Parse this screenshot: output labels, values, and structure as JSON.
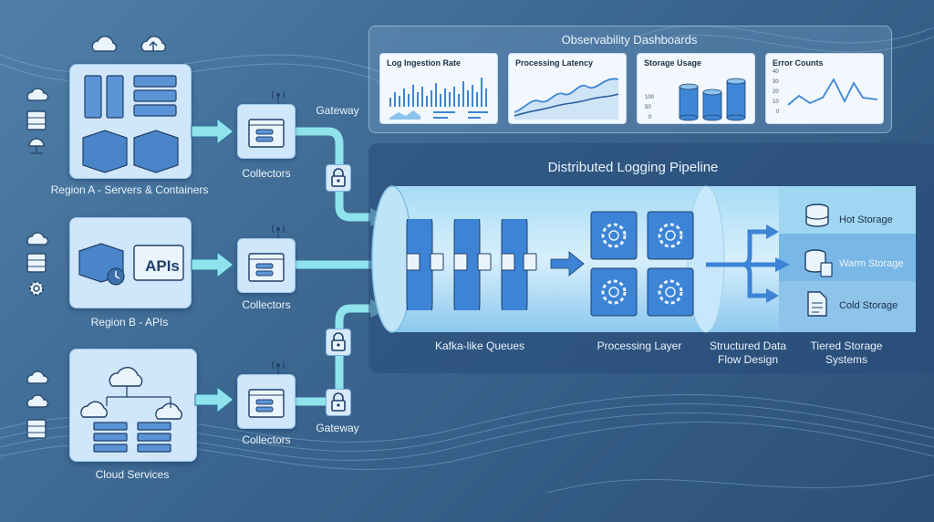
{
  "regions": {
    "a_label": "Region A - Servers & Containers",
    "b_label": "Region B - APIs",
    "cloud_label": "Cloud Services",
    "apis_text": "APIs"
  },
  "collectors": {
    "label": "Collectors"
  },
  "gateways": {
    "top_label": "Gateway",
    "bottom_label": "Gateway"
  },
  "dashboards": {
    "title": "Observability Dashboards",
    "cards": [
      {
        "title": "Log Ingestion Rate"
      },
      {
        "title": "Processing Latency"
      },
      {
        "title": "Storage Usage",
        "ticks": [
          "100",
          "50",
          "0"
        ]
      },
      {
        "title": "Error Counts",
        "ticks": [
          "40",
          "30",
          "20",
          "10",
          "0"
        ]
      }
    ]
  },
  "pipeline": {
    "title": "Distributed Logging Pipeline",
    "queues_label": "Kafka-like Queues",
    "processing_label": "Processing Layer",
    "structured_label_1": "Structured Data",
    "structured_label_2": "Flow Design",
    "tiered_label_1": "Tiered Storage",
    "tiered_label_2": "Systems",
    "storage": {
      "hot": "Hot Storage",
      "warm": "Warm Storage",
      "cold": "Cold Storage"
    }
  },
  "colors": {
    "accent_teal": "#8fe3ec",
    "accent_blue": "#2f7fd8",
    "panel_light": "#cfe6fb"
  }
}
